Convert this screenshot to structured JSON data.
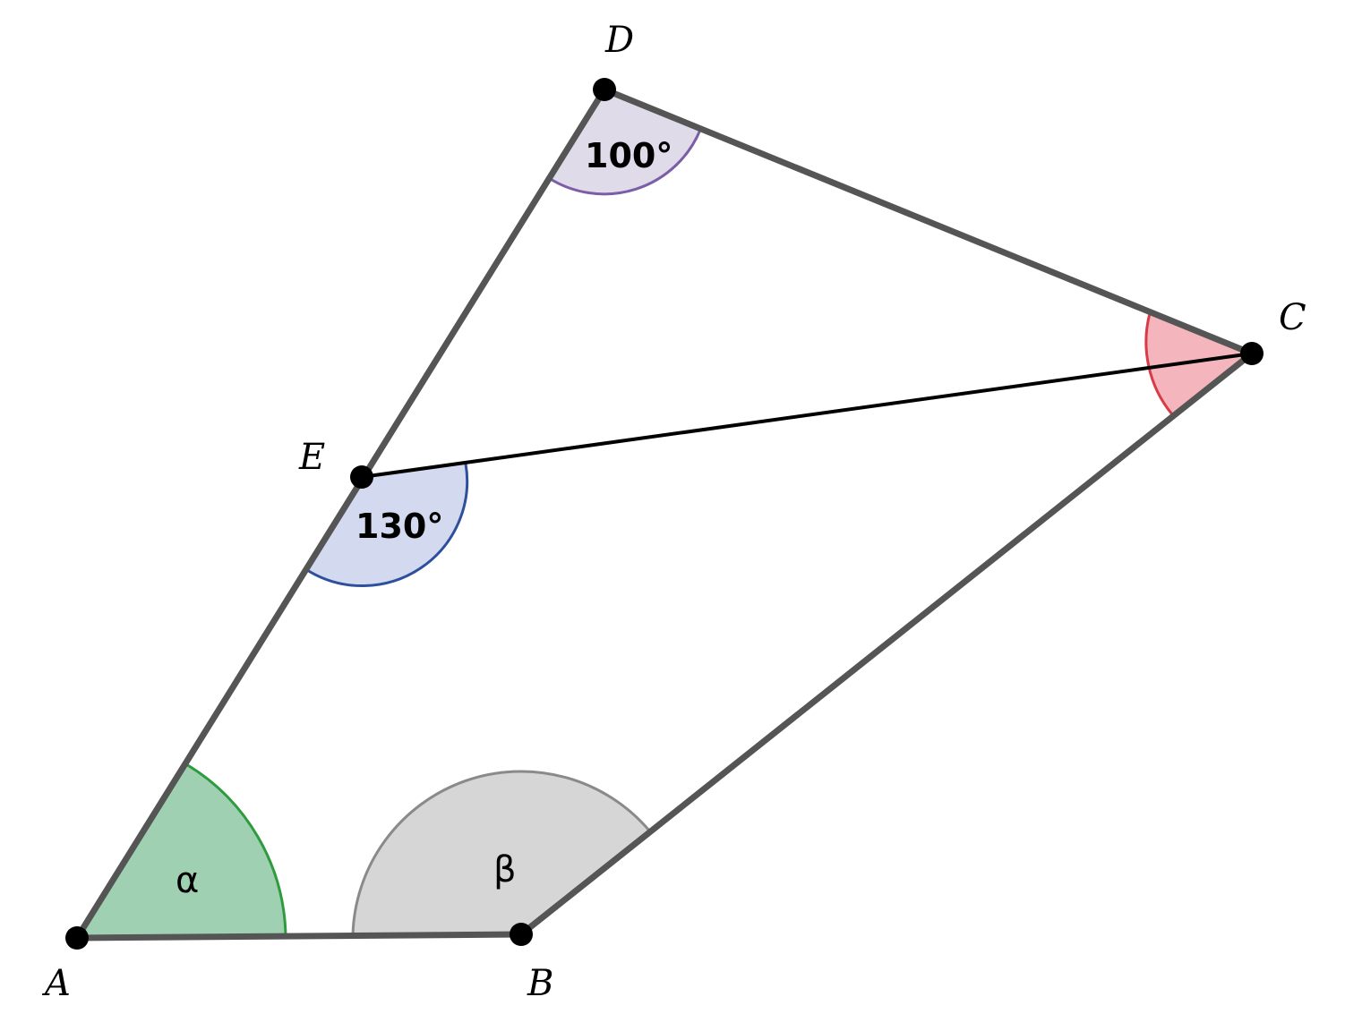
{
  "points": {
    "A": "A",
    "B": "B",
    "C": "C",
    "D": "D",
    "E": "E"
  },
  "angles": {
    "D": "100°",
    "E": "130°",
    "A": "α",
    "B": "β"
  },
  "colors": {
    "edge": "#555555",
    "inner_segment": "#000000",
    "point": "#000000",
    "angle_D_fill": "#e0dbe9",
    "angle_D_stroke": "#7b5ea7",
    "angle_E_fill": "#d3d9ee",
    "angle_E_stroke": "#2e4f9c",
    "angle_C_fill": "#f4b6bc",
    "angle_C_stroke": "#d93a48",
    "angle_A_fill": "#9fd0b2",
    "angle_A_stroke": "#2e9b3e",
    "angle_B_fill": "#d6d6d6",
    "angle_B_stroke": "#8a8a8a"
  }
}
